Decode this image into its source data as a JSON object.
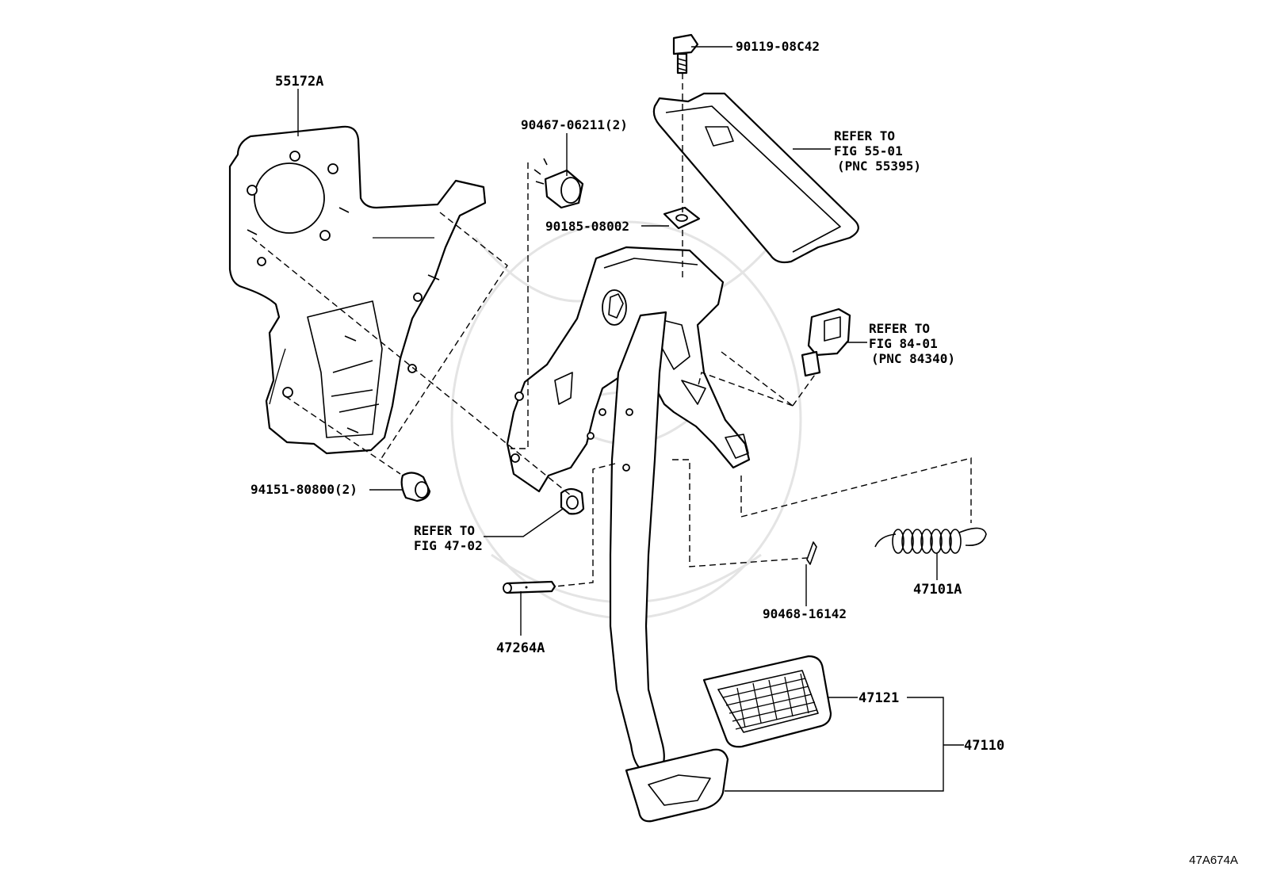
{
  "labels": {
    "p55172a": "55172A",
    "p90467": "90467-06211(2)",
    "p90119": "90119-08C42",
    "p90185": "90185-08002",
    "p94151": "94151-80800(2)",
    "p47264a": "47264A",
    "p90468": "90468-16142",
    "p47101a": "47101A",
    "p47121": "47121",
    "p47110": "47110"
  },
  "refs": {
    "fig55": {
      "line1": "REFER TO",
      "line2": "FIG 55-01",
      "line3": "(PNC 55395)"
    },
    "fig84": {
      "line1": "REFER TO",
      "line2": "FIG 84-01",
      "line3": "(PNC 84340)"
    },
    "fig47": {
      "line1": "REFER TO",
      "line2": "FIG 47-02"
    }
  },
  "diagram_code": "47A674A"
}
